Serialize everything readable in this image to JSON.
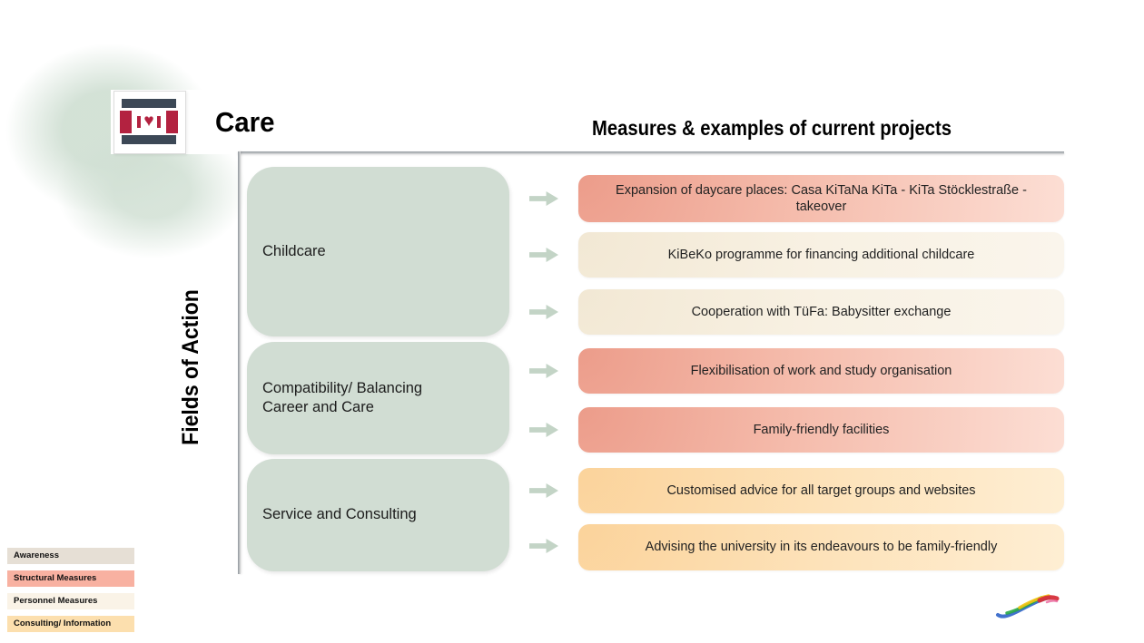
{
  "slide": {
    "title": "Care",
    "right_header": "Measures & examples of current projects",
    "left_axis_label": "Fields of Action"
  },
  "logo": {
    "heart_glyph": "♥",
    "colors": {
      "slate": "#3c4856",
      "red": "#b32240"
    }
  },
  "fields": [
    {
      "label": "Childcare"
    },
    {
      "label": "Compatibility/ Balancing Career and Care"
    },
    {
      "label": "Service and Consulting"
    }
  ],
  "measures": [
    {
      "text": "Expansion of daycare places: Casa KiTaNa KiTa - KiTa Stöcklestraße - takeover",
      "category": "structural"
    },
    {
      "text": "KiBeKo programme for financing additional childcare",
      "category": "personnel"
    },
    {
      "text": "Cooperation with TüFa: Babysitter exchange",
      "category": "personnel"
    },
    {
      "text": "Flexibilisation of work and study organisation",
      "category": "structural"
    },
    {
      "text": "Family-friendly facilities",
      "category": "structural"
    },
    {
      "text": "Customised advice for all target groups and websites",
      "category": "consulting"
    },
    {
      "text": "Advising the university in its endeavours to be family-friendly",
      "category": "consulting"
    }
  ],
  "legend": [
    {
      "label": "Awareness",
      "color": "#e6dfd5"
    },
    {
      "label": "Structural Measures",
      "color": "#f8b1a1"
    },
    {
      "label": "Personnel Measures",
      "color": "#faf3e7"
    },
    {
      "label": "Consulting/ Information",
      "color": "#fcdfae"
    }
  ],
  "colors": {
    "field_box": "#d1ddd3",
    "arrow": "#c3d4c6",
    "structural_dark": "#ec9c8a",
    "structural_light": "#fcded4",
    "personnel": "#f8f1e3",
    "consulting_dark": "#fbd39b",
    "consulting_light": "#feeed3",
    "blob": "#d1e0d4"
  }
}
